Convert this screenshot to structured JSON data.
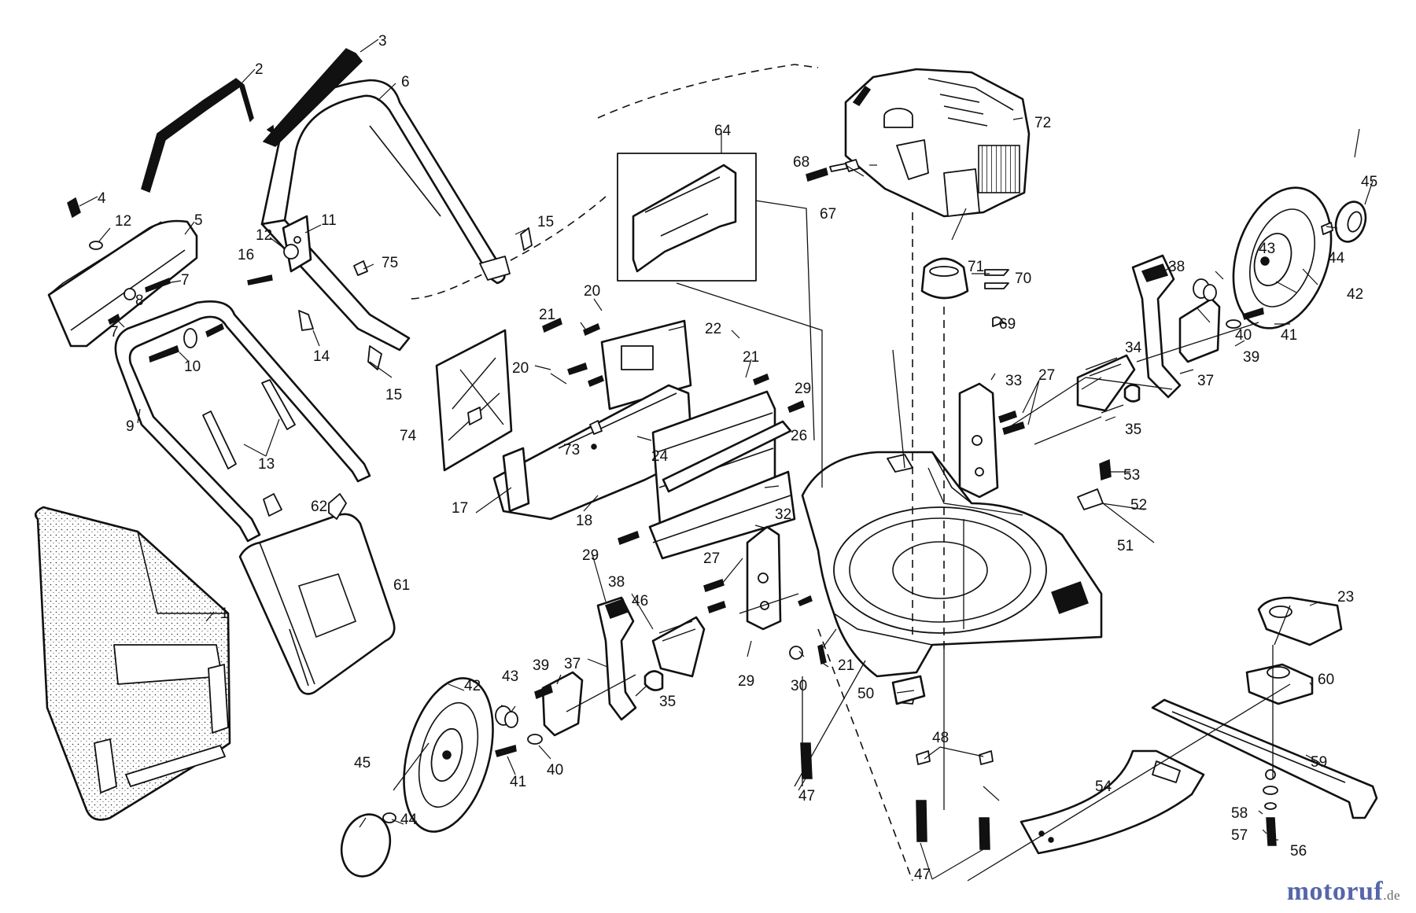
{
  "callouts": [
    "1",
    "2",
    "3",
    "4",
    "5",
    "6",
    "7",
    "8",
    "9",
    "10",
    "11",
    "12",
    "13",
    "14",
    "15",
    "16",
    "17",
    "18",
    "20",
    "21",
    "22",
    "23",
    "24",
    "26",
    "27",
    "29",
    "30",
    "32",
    "33",
    "34",
    "35",
    "37",
    "38",
    "39",
    "40",
    "41",
    "42",
    "43",
    "44",
    "45",
    "46",
    "47",
    "48",
    "50",
    "51",
    "52",
    "53",
    "54",
    "56",
    "57",
    "58",
    "59",
    "60",
    "61",
    "62",
    "64",
    "67",
    "68",
    "69",
    "70",
    "71",
    "72",
    "73",
    "74",
    "75"
  ],
  "watermark": {
    "brand": "motoruf",
    "tld": ".de",
    "brand_color": "#5566aa",
    "tld_color": "#666666"
  },
  "colors": {
    "line_art": "#111111",
    "background": "#ffffff"
  }
}
